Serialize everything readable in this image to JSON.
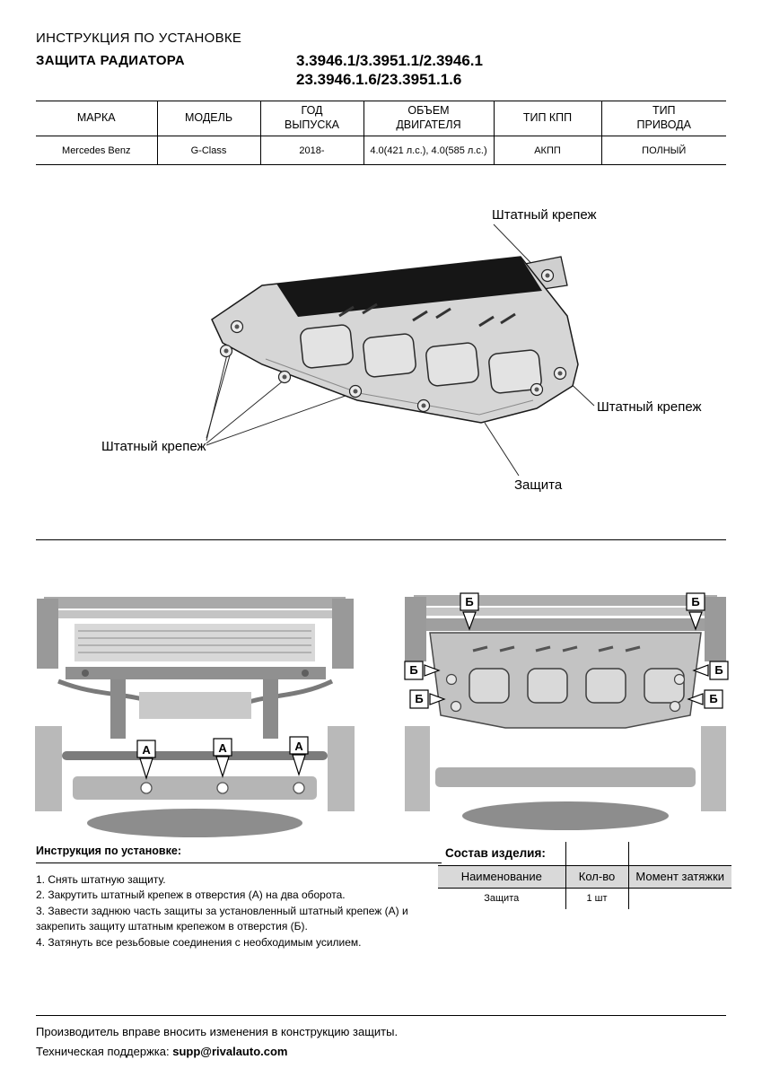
{
  "header": {
    "title": "ИНСТРУКЦИЯ ПО УСТАНОВКЕ",
    "subtitle": "ЗАЩИТА РАДИАТОРА",
    "part_numbers_line1": "3.3946.1/3.3951.1/2.3946.1",
    "part_numbers_line2": "23.3946.1.6/23.3951.1.6"
  },
  "spec_table": {
    "headers": [
      "МАРКА",
      "МОДЕЛЬ",
      "ГОД\nВЫПУСКА",
      "ОБЪЕМ\nДВИГАТЕЛЯ",
      "ТИП КПП",
      "ТИП\nПРИВОДА"
    ],
    "row": [
      "Mercedes Benz",
      "G-Class",
      "2018-",
      "4.0(421 л.с.), 4.0(585 л.с.)",
      "АКПП",
      "ПОЛНЫЙ"
    ]
  },
  "diagram": {
    "labels": {
      "fastener": "Штатный крепеж",
      "shield": "Защита"
    }
  },
  "markers": {
    "a": "А",
    "b": "Б"
  },
  "instructions": {
    "title": "Инструкция по установке:",
    "steps": [
      "1. Снять штатную защиту.",
      "2. Закрутить штатный крепеж в отверстия (А) на два оборота.",
      "3. Завести заднюю часть защиты за установленный штатный крепеж (А) и закрепить защиту штатным крепежом в отверстия (Б).",
      "4. Затянуть все резьбовые соединения с необходимым усилием."
    ]
  },
  "composition": {
    "title": "Состав изделия:",
    "headers": [
      "Наименование",
      "Кол-во",
      "Момент затяжки"
    ],
    "rows": [
      [
        "Защита",
        "1 шт",
        ""
      ]
    ]
  },
  "footer": {
    "line1": "Производитель вправе вносить изменения в конструкцию защиты.",
    "support_label": "Техническая поддержка:",
    "support_email": "supp@rivalauto.com"
  },
  "colors": {
    "plate": "#d6d6d6",
    "band": "#161616",
    "table_header_bg": "#d9d9d9"
  }
}
